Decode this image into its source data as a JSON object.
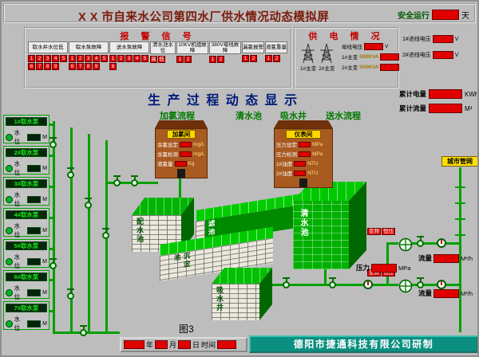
{
  "header": {
    "title": "X X 市自来水公司第四水厂供水情况动态模拟屏",
    "safe_label": "安全运行",
    "safe_value": "",
    "safe_unit": "天"
  },
  "alarm": {
    "title": "报 警 信 号",
    "groups": [
      {
        "label": "取水井水位低",
        "inds": [
          "1",
          "2",
          "3",
          "4",
          "5",
          "6",
          "7",
          "8",
          "9"
        ]
      },
      {
        "label": "取水泵故障",
        "inds": [
          "1",
          "2",
          "3",
          "4",
          "5",
          "6",
          "7",
          "8",
          "9"
        ]
      },
      {
        "label": "送水泵故障",
        "inds": [
          "1",
          "2",
          "3",
          "4",
          "5",
          "6"
        ]
      },
      {
        "label": "清水池水位",
        "inds": [
          "高",
          "低"
        ]
      },
      {
        "label": "10KV机组故障",
        "inds": [
          "1",
          "2"
        ]
      },
      {
        "label": "380V母线故障",
        "inds": [
          "1",
          "2"
        ]
      },
      {
        "label": "漏氯报警",
        "inds": [
          "1",
          "2"
        ]
      },
      {
        "label": "液氯重量",
        "inds": [
          "1",
          "2"
        ]
      }
    ]
  },
  "power": {
    "title": "供 电 情 况",
    "bus_label": "母线电压",
    "bus_value": "",
    "bus_unit": "V",
    "transformers": [
      {
        "name": "1#主变",
        "rating": "500KVA"
      },
      {
        "name": "2#主变",
        "rating": "500KVA"
      }
    ],
    "incoming": [
      {
        "label": "1#进线电压",
        "value": "",
        "unit": "V"
      },
      {
        "label": "2#进线电压",
        "value": "",
        "unit": "V"
      }
    ]
  },
  "totals": [
    {
      "label": "累计电量",
      "value": "",
      "unit": "KWh"
    },
    {
      "label": "累计流量",
      "value": "",
      "unit": "M³"
    }
  ],
  "process": {
    "title": "生 产 过 程 动 态 显 示",
    "flow_labels": [
      "加氯流程",
      "清水池",
      "吸水井",
      "送水流程"
    ]
  },
  "pumps": {
    "level_label": "水位",
    "level_unit": "M",
    "units": [
      {
        "name": "1#取水泵"
      },
      {
        "name": "2#取水泵"
      },
      {
        "name": "3#取水泵"
      },
      {
        "name": "4#取水泵"
      },
      {
        "name": "5#取水泵"
      },
      {
        "name": "6#取水泵"
      },
      {
        "name": "7#取水泵"
      }
    ]
  },
  "chlorine_room": {
    "name": "加氯间",
    "rows": [
      {
        "label": "余氯设定",
        "value": "",
        "unit": "mg/L"
      },
      {
        "label": "余氯检测",
        "value": "",
        "unit": "mg/L"
      },
      {
        "label": "液氯量",
        "value": "",
        "unit": "Kg"
      }
    ]
  },
  "instrument_room": {
    "name": "仪表间",
    "rows": [
      {
        "label": "压力设定",
        "value": "",
        "unit": "MPa"
      },
      {
        "label": "压力检测",
        "value": "",
        "unit": "MPa"
      },
      {
        "label": "1#浊度",
        "value": "",
        "unit": "NTU"
      },
      {
        "label": "2#浊度",
        "value": "",
        "unit": "NTU"
      }
    ]
  },
  "tanks": {
    "distribution": "配水池",
    "filter": "滤池",
    "sedimentation": "沉淀池",
    "clear": "清水池",
    "suction": "吸水井"
  },
  "delivery": {
    "vfd": [
      "变频",
      "恒压"
    ],
    "meters": [
      {
        "label": "流量",
        "value": "",
        "unit": "M³/h"
      },
      {
        "label": "压力",
        "value": "",
        "unit": "MPa"
      },
      {
        "label": "流量",
        "value": "",
        "unit": "M³/h"
      }
    ],
    "network": "城市管网"
  },
  "footer": {
    "figure": "图3",
    "date_labels": {
      "year": "年",
      "month": "月",
      "day": "日",
      "time": "时间"
    },
    "credit": "德阳市捷通科技有限公司研制"
  },
  "colors": {
    "accent_red": "#e00000",
    "pipe_green": "#00a000",
    "panel_gray": "#bdbdbd",
    "title_red": "#7c1a0a",
    "process_navy": "#001a7a"
  }
}
